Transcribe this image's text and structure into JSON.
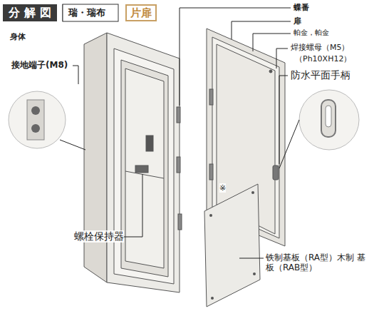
{
  "diagram": {
    "nodes": [
      {
        "text": [
          "分 解 図"
        ]
      },
      {
        "text": [
          "片扉"
        ]
      }
    ],
    "labels": [
      "瑞・瑞布",
      "身体",
      "接地端子(M8)",
      "蝶番",
      "扉",
      "帕金，帕金",
      "焊接螺母（M5）",
      "（Ph10XH12）",
      "防水平面手柄",
      "螺栓保持器",
      "铁制基板（RA型）木制 基板（RAB型）",
      "※"
    ]
  }
}
